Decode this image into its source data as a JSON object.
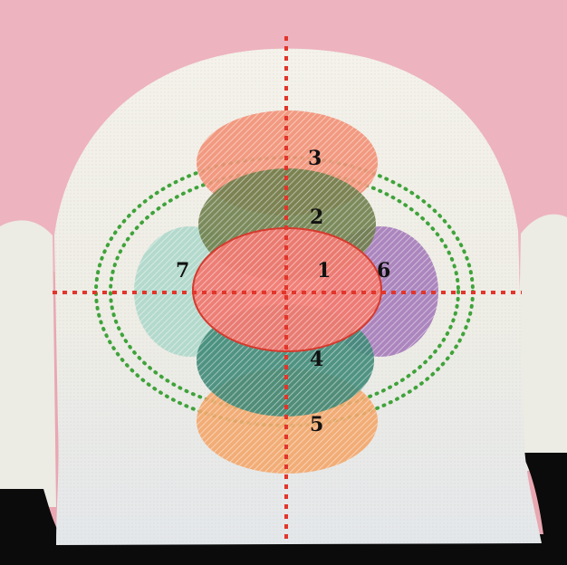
{
  "figure": {
    "colors": {
      "gingiva": "#e9a7b2",
      "tooth": "#efeee6",
      "shadow": "#0b0b0b",
      "axis_line": "#e2352b",
      "guide_ring": "#3fa33a"
    },
    "zones": [
      {
        "label": "1",
        "color": "#f07a72"
      },
      {
        "label": "2",
        "color": "#6f7f4d"
      },
      {
        "label": "3",
        "color": "#f29076"
      },
      {
        "label": "4",
        "color": "#3f8a78"
      },
      {
        "label": "5",
        "color": "#f3a66a"
      },
      {
        "label": "6",
        "color": "#a073b6"
      },
      {
        "label": "7",
        "color": "#a9d6c8"
      }
    ]
  }
}
